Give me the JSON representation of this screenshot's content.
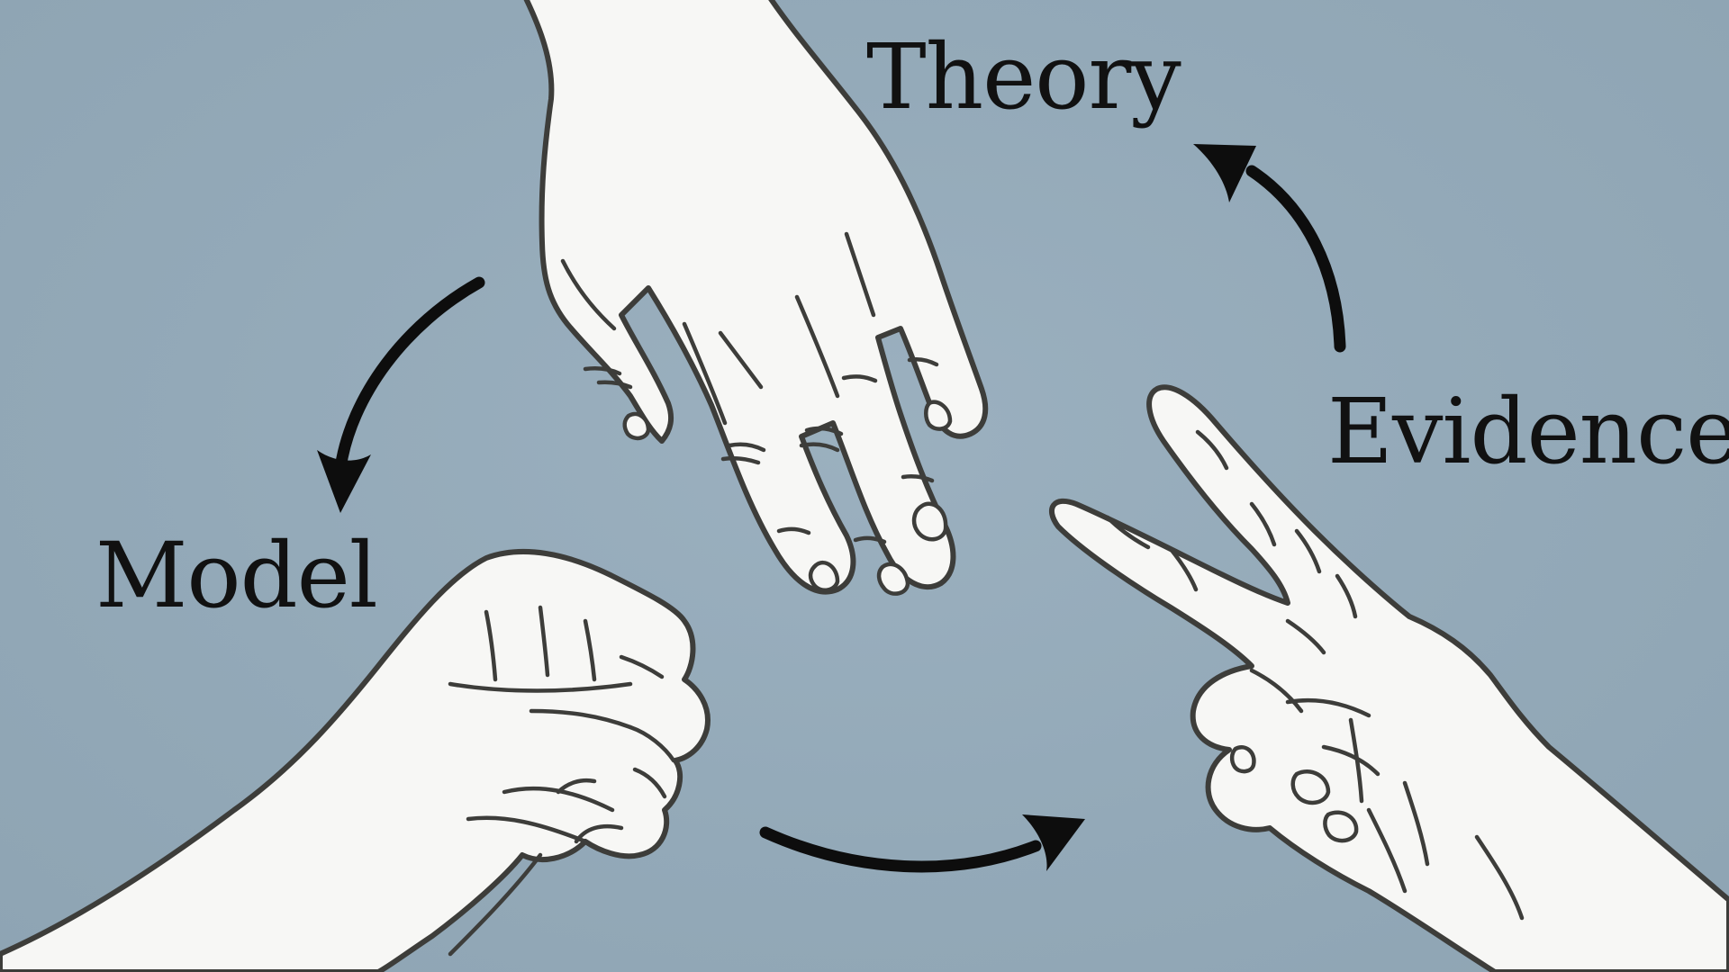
{
  "diagram": {
    "labels": {
      "theory": "Theory",
      "model": "Model",
      "evidence": "Evidence"
    },
    "illustrations": {
      "top": "hand-open-paper-icon",
      "bottom_left": "hand-fist-rock-icon",
      "right": "hand-scissors-icon"
    },
    "colors": {
      "background": "#94aab9",
      "hand_fill": "#f7f7f5",
      "hand_outline": "#3d3d3a",
      "arrow": "#0d0d0d",
      "text": "#111111"
    }
  }
}
